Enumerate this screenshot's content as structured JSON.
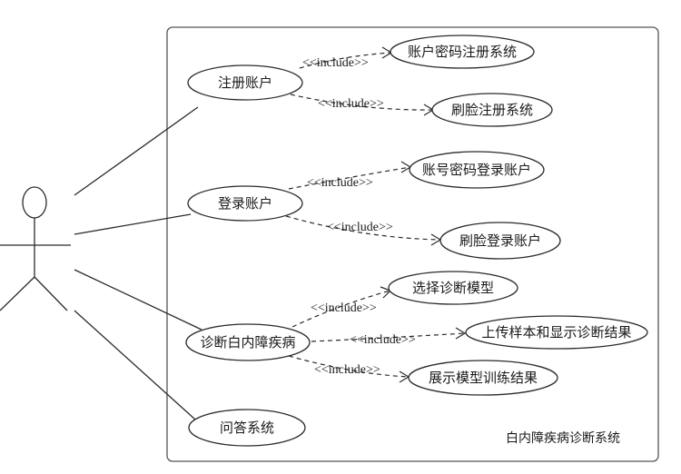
{
  "system": {
    "name": "白内障疾病诊断系统"
  },
  "include_label": "<<include>>",
  "use_cases": {
    "register": "注册账户",
    "login": "登录账户",
    "diagnose": "诊断白内障疾病",
    "qa": "问答系统",
    "pwd_register": "账户密码注册系统",
    "face_register": "刷脸注册系统",
    "pwd_login": "账号密码登录账户",
    "face_login": "刷脸登录账户",
    "select_model": "选择诊断模型",
    "upload_show": "上传样本和显示诊断结果",
    "show_training": "展示模型训练结果"
  }
}
